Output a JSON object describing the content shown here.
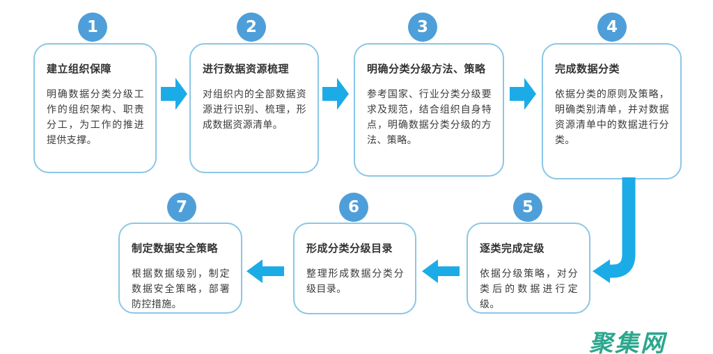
{
  "diagram": {
    "title_implicit": "数据分类分级流程",
    "steps": [
      {
        "number": "1",
        "title": "建立组织保障",
        "body": "明确数据分类分级工作的组织架构、职责分工，为工作的推进提供支撑。"
      },
      {
        "number": "2",
        "title": "进行数据资源梳理",
        "body": "对组织内的全部数据资源进行识别、梳理，形成数据资源清单。"
      },
      {
        "number": "3",
        "title": "明确分类分级方法、策略",
        "body": "参考国家、行业分类分级要求及规范，结合组织自身特点，明确数据分类分级的方法、策略。"
      },
      {
        "number": "4",
        "title": "完成数据分类",
        "body": "依据分类的原则及策略，明确类别清单，并对数据资源清单中的数据进行分类。"
      },
      {
        "number": "5",
        "title": "逐类完成定级",
        "body": "依据分级策略，对分类后的数据进行定级。"
      },
      {
        "number": "6",
        "title": "形成分类分级目录",
        "body": "整理形成数据分类分级目录。"
      },
      {
        "number": "7",
        "title": "制定数据安全策略",
        "body": "根据数据级别，制定数据安全策略，部署防控措施。"
      }
    ],
    "watermark": "聚集网",
    "colors": {
      "circle_fill": "#4e9fd9",
      "arrow_fill": "#1bace8",
      "box_border": "#8ac6e6",
      "text": "#3a3a3a",
      "watermark": "#2ba78e",
      "background": "#ffffff"
    }
  }
}
